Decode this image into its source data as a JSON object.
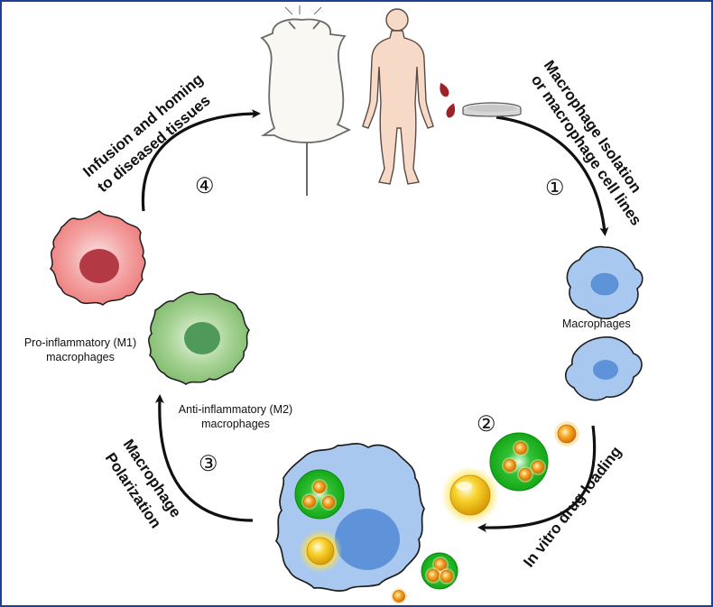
{
  "steps": {
    "step1": {
      "number": "①",
      "lines": [
        "Macrophage Isolation",
        "or macrophage cell lines"
      ]
    },
    "step2": {
      "number": "②",
      "lines": [
        "In vitro drug loading"
      ]
    },
    "step3": {
      "number": "③",
      "lines": [
        "Macrophage",
        "Polarization"
      ]
    },
    "step4": {
      "number": "④",
      "lines": [
        "Infusion and homing",
        "to diseased tissues"
      ]
    }
  },
  "labels": {
    "macrophages": "Macrophages",
    "m1": [
      "Pro-inflammatory (M1)",
      "macrophages"
    ],
    "m2": [
      "Anti-inflammatory (M2)",
      "macrophages"
    ]
  },
  "colors": {
    "frame": "#1f3f8f",
    "macrophage_body": "#a9c8ef",
    "macrophage_nucleus": "#5f93d9",
    "m1_body": "#f08a8a",
    "m1_nucleus": "#b33a44",
    "m2_body": "#8fc47f",
    "m2_nucleus": "#4f9a5b",
    "vesicle": "#1fb21f",
    "nanoparticle": "#f0a420",
    "drug_sphere": "#f6c419",
    "human_skin": "#f7d9c8",
    "blood_drop": "#9b2326"
  },
  "icons": [
    "mouse-icon",
    "human-icon",
    "blood-drop-icon",
    "petri-dish-icon"
  ]
}
